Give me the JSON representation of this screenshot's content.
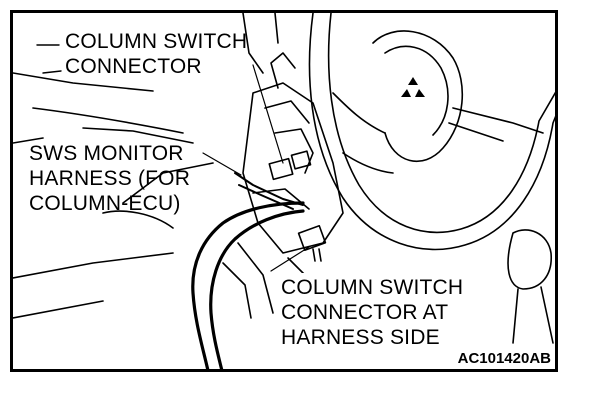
{
  "labels": {
    "column_switch_connector": [
      "COLUMN SWITCH",
      "CONNECTOR"
    ],
    "sws_monitor_harness": [
      "SWS MONITOR",
      "HARNESS (FOR",
      "COLUMN-ECU)"
    ],
    "column_switch_connector_harness_side": [
      "COLUMN SWITCH",
      "CONNECTOR AT",
      "HARNESS SIDE"
    ]
  },
  "reference_code": "AC101420AB"
}
